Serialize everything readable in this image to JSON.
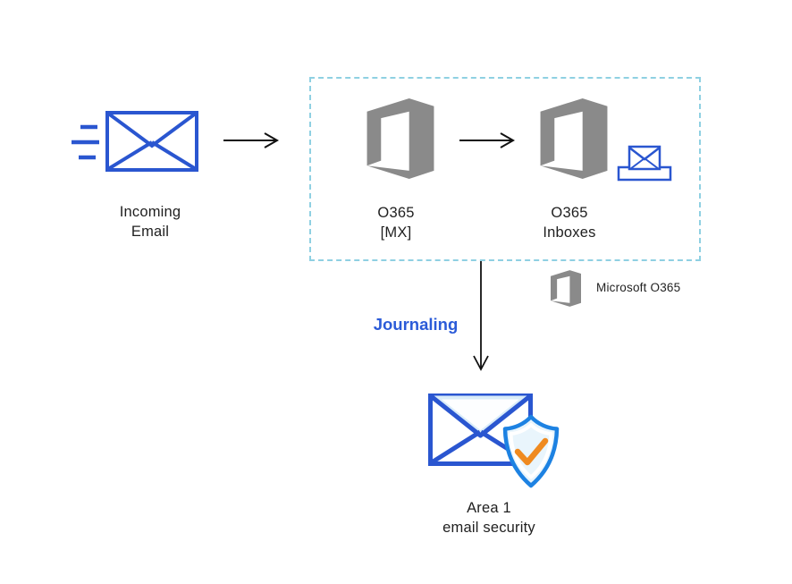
{
  "colors": {
    "blue": "#2a56d0",
    "shield_blue": "#1d82e2",
    "pale_blue": "#d9ecf9",
    "paler_blue": "#e9f5fc",
    "orange": "#ef8a20",
    "gray_logo": "#8a8a8a",
    "dashed_border": "#8fd0e2",
    "arrow_black": "#111111",
    "journaling_blue": "#2b5bd8",
    "text_black": "#1f1f1f"
  },
  "nodes": {
    "incoming_email": {
      "line1": "Incoming",
      "line2": "Email"
    },
    "o365_mx": {
      "line1": "O365",
      "line2": "[MX]"
    },
    "o365_inboxes": {
      "line1": "O365",
      "line2": "Inboxes"
    },
    "area1": {
      "line1": "Area 1",
      "line2": "email security"
    }
  },
  "labels": {
    "journaling": "Journaling",
    "legend": "Microsoft O365"
  },
  "icons": {
    "incoming_email": "envelope-with-speed-lines-icon",
    "o365": "office-365-logo-icon",
    "inbox": "inbox-tray-envelope-icon",
    "area1": "envelope-shield-check-icon",
    "arrows": "flow-arrow"
  }
}
